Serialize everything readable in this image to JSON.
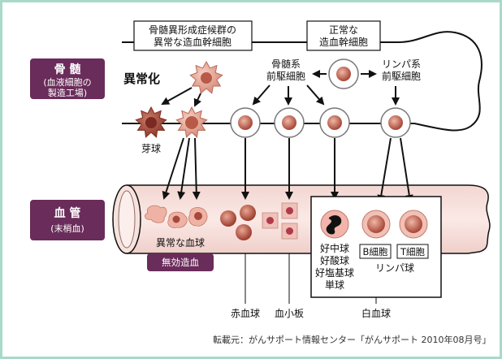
{
  "bone_marrow": {
    "badge_title": "骨 髄",
    "badge_sub1": "(血液細胞の",
    "badge_sub2": "製造工場)"
  },
  "blood_vessel": {
    "badge_title": "血 管",
    "badge_sub": "(末梢血)"
  },
  "top_boxes": {
    "mds_line1": "骨髄異形成症候群の",
    "mds_line2": "異常な造血幹細胞",
    "normal_line1": "正常な",
    "normal_line2": "造血幹細胞"
  },
  "labels": {
    "abnormal": "異常化",
    "myeloid_line1": "骨髄系",
    "myeloid_line2": "前駆細胞",
    "lymphoid_line1": "リンパ系",
    "lymphoid_line2": "前駆細胞",
    "blast": "芽球",
    "abnormal_blood": "異常な血球",
    "ineffective": "無効造血",
    "neutrophil": "好中球",
    "eosinophil": "好酸球",
    "basophil": "好塩基球",
    "monocyte": "単球",
    "b_cell": "B細胞",
    "t_cell": "T細胞",
    "lymphocyte": "リンパ球",
    "rbc": "赤血球",
    "platelet": "血小板",
    "wbc": "白血球"
  },
  "source": "転載元：がんサポート情報センター「がんサポート 2010年08月号」",
  "colors": {
    "frame": "#a9d9c8",
    "badge": "#6a2c5a",
    "vessel": "#f5dcd8",
    "cell_core": "#c46a55",
    "abnormal_cell": "#e7a99a"
  }
}
